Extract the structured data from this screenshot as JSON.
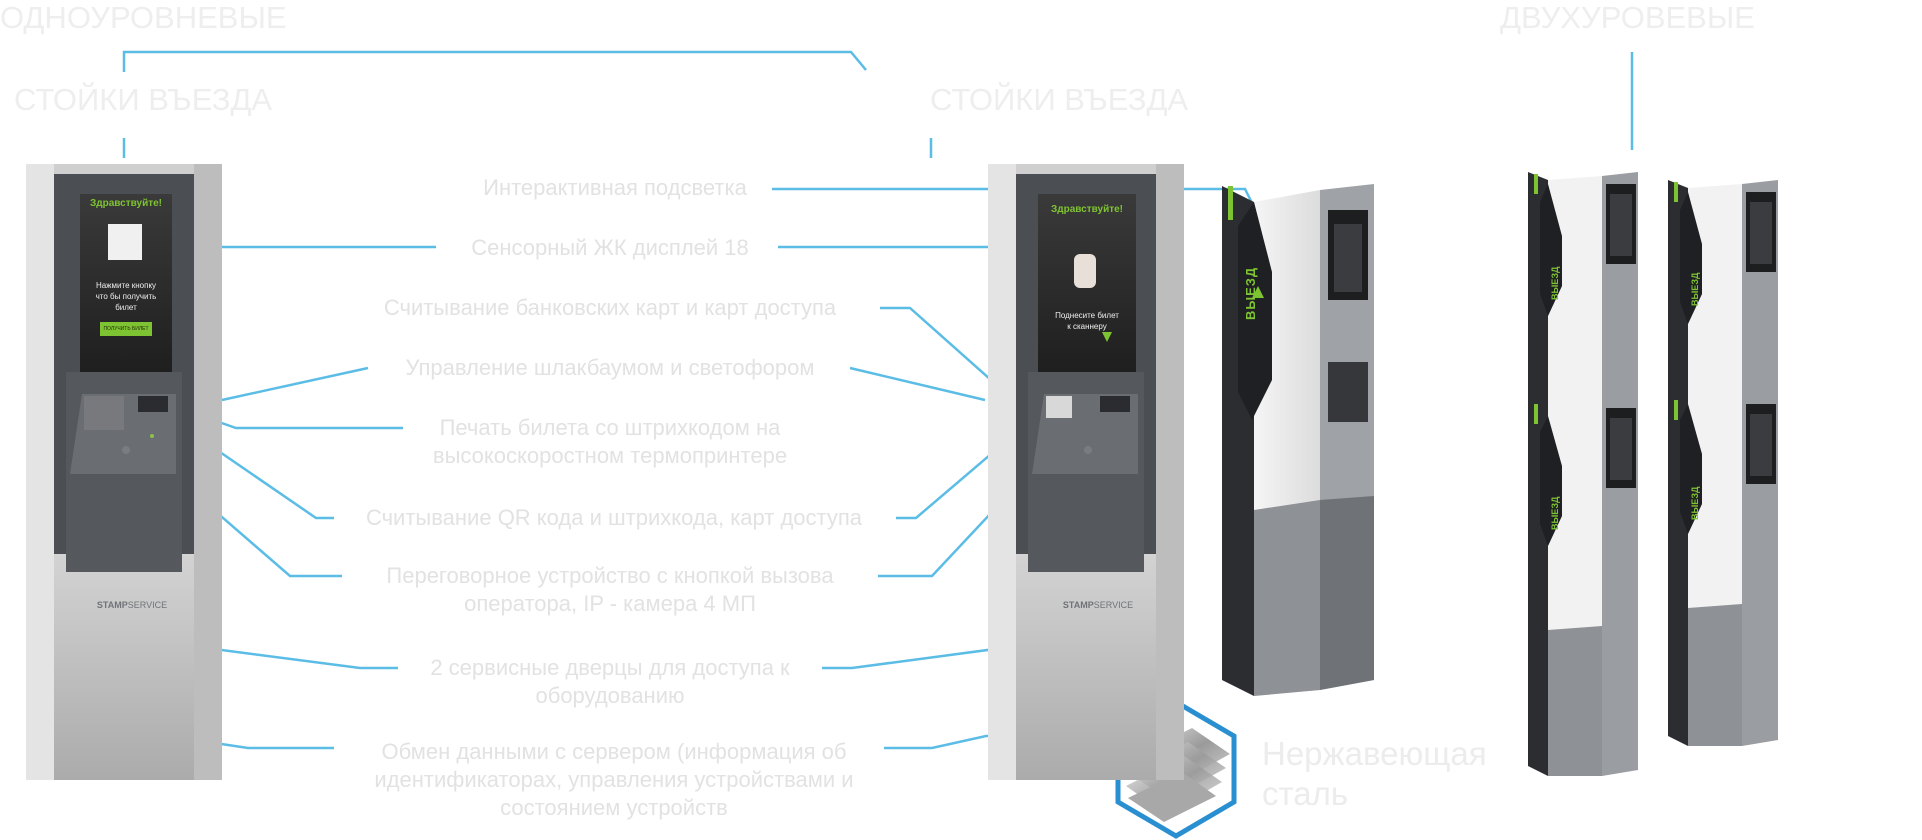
{
  "headings": {
    "single_level": "ОДНОУРОВНЕВЫЕ",
    "two_level": "ДВУХУРОВЕВЫЕ",
    "entry_left": "СТОЙКИ ВЪЕЗДА",
    "entry_right": "СТОЙКИ ВЪЕЗДА"
  },
  "features": [
    {
      "lines": [
        "Интерактивная подсветка"
      ]
    },
    {
      "lines": [
        "Сенсорный ЖК дисплей 18"
      ]
    },
    {
      "lines": [
        "Считывание банковских карт  и карт доступа"
      ]
    },
    {
      "lines": [
        "Управление шлакбаумом и светофором"
      ]
    },
    {
      "lines": [
        "Печать билета со штрихкодом на",
        "высокоскоростном термопринтере"
      ]
    },
    {
      "lines": [
        "Считывание QR кода и штрихкода, карт доступа"
      ]
    },
    {
      "lines": [
        "Переговорное устройство с кнопкой вызова",
        "оператора, IP - камера 4 МП"
      ]
    },
    {
      "lines": [
        "2 сервисные дверцы для доступа к",
        "оборудованию"
      ]
    },
    {
      "lines": [
        "Обмен данными с сервером (информация об",
        "идентификаторах, управления устройствами и",
        "состоянием устройств"
      ]
    }
  ],
  "material": {
    "lines": [
      "Нержавеющая",
      "сталь"
    ]
  },
  "kiosk_left": {
    "greeting": "Здравствуйте!",
    "prompt_lines": [
      "Нажмите кнопку",
      "что бы получить",
      "билет"
    ],
    "button": "ПОЛУЧИТЬ БИЛЕТ",
    "brand_a": "STAMP",
    "brand_b": "SERVICE"
  },
  "kiosk_right": {
    "greeting": "Здравствуйте!",
    "prompt_lines": [
      "Поднесите билет",
      "к сканнеру"
    ],
    "brand_a": "STAMP",
    "brand_b": "SERVICE"
  },
  "side_sign": "ВЫЕЗД",
  "colors": {
    "accent": "#5bbde6",
    "green": "#7ec331",
    "steel": "#2a8fd0"
  }
}
